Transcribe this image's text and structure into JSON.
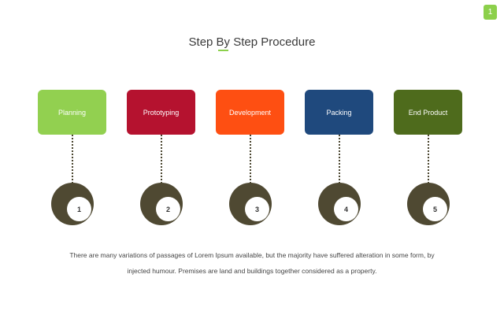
{
  "page_number": "1",
  "title": "Step By Step Procedure",
  "steps": [
    {
      "label": "Planning",
      "number": "1",
      "color": "#92d050"
    },
    {
      "label": "Prototyping",
      "number": "2",
      "color": "#b5122f"
    },
    {
      "label": "Development",
      "number": "3",
      "color": "#fe4f12"
    },
    {
      "label": "Packing",
      "number": "4",
      "color": "#1f497d"
    },
    {
      "label": "End Product",
      "number": "5",
      "color": "#4e6b1c"
    }
  ],
  "footer_text": "There are many variations of passages of Lorem Ipsum available, but the majority have suffered alteration in some form, by injected humour. Premises are land and buildings together considered as a property."
}
